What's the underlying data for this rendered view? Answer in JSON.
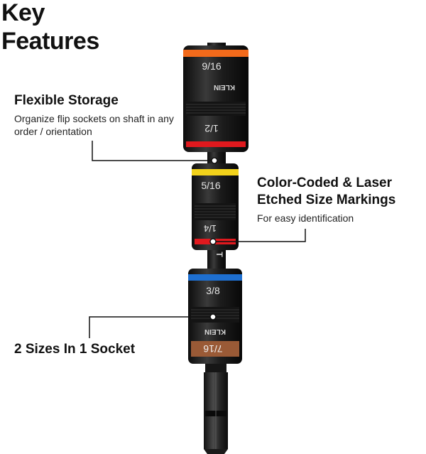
{
  "heading": {
    "line1": "Key",
    "line2": "Features"
  },
  "features": [
    {
      "title": "Flexible Storage",
      "description": "Organize flip sockets on shaft in any order / orientation"
    },
    {
      "title_line1": "Color-Coded & Laser",
      "title_line2": "Etched Size Markings",
      "description": "For easy identification"
    },
    {
      "title": "2 Sizes In 1 Socket"
    }
  ],
  "sockets": [
    {
      "top_size": "9/16",
      "bottom_size": "1/2",
      "top_color": "#f26a1b",
      "bottom_color": "#e0191e",
      "brand": "KLEIN"
    },
    {
      "top_size": "5/16",
      "bottom_size": "1/4",
      "top_color": "#f2d21b",
      "bottom_color": "#e0191e"
    },
    {
      "top_size": "3/8",
      "bottom_size": "7/16",
      "top_color": "#1e6fd0",
      "bottom_color": "#9a5a36",
      "brand": "KLEIN"
    }
  ],
  "shaft_text": "N T",
  "colors": {
    "accent_line": "#111111",
    "socket_body": "#1a1a1a"
  }
}
